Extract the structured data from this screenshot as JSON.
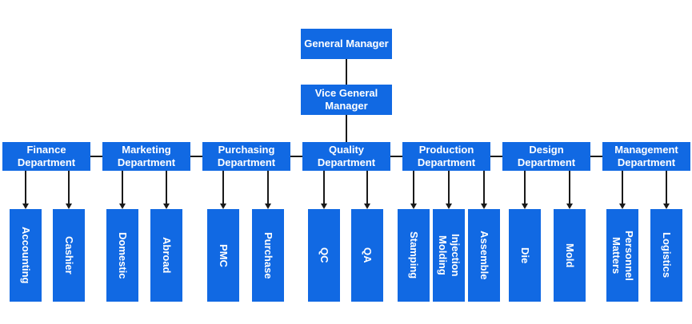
{
  "colors": {
    "box": "#1169e3",
    "text": "#ffffff",
    "line": "#1a1a1a"
  },
  "root": {
    "label": "General Manager"
  },
  "vice": {
    "label": "Vice General Manager"
  },
  "departments": [
    {
      "label": "Finance Department",
      "children": [
        "Accounting",
        "Cashier"
      ]
    },
    {
      "label": "Marketing Department",
      "children": [
        "Domestic",
        "Abroad"
      ]
    },
    {
      "label": "Purchasing Department",
      "children": [
        "PMC",
        "Purchase"
      ]
    },
    {
      "label": "Quality Department",
      "children": [
        "QC",
        "QA"
      ]
    },
    {
      "label": "Production Department",
      "children": [
        "Stamping",
        "Injection Molding",
        "Assemble"
      ]
    },
    {
      "label": "Design Department",
      "children": [
        "Die",
        "Mold"
      ]
    },
    {
      "label": "Management Department",
      "children": [
        "Personnel Matters",
        "Logistics"
      ]
    }
  ]
}
